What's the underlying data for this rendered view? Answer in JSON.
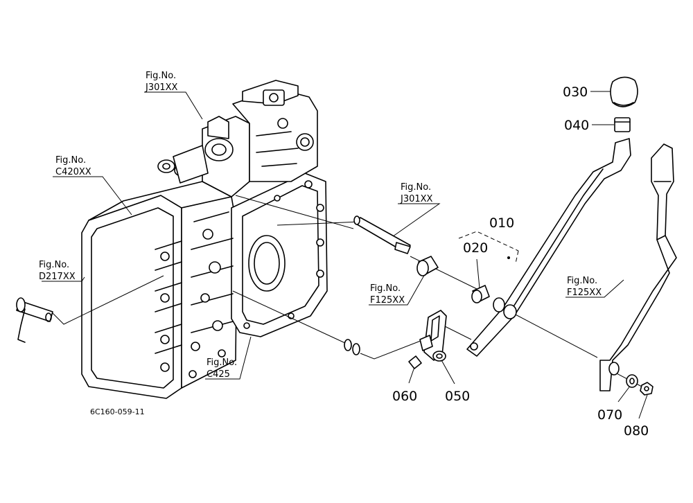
{
  "fig_refs": {
    "j301_top": {
      "line1": "Fig.No.",
      "line2": "J301XX"
    },
    "c420": {
      "line1": "Fig.No.",
      "line2": "C420XX"
    },
    "d217": {
      "line1": "Fig.No.",
      "line2": "D217XX"
    },
    "j301_shaft": {
      "line1": "Fig.No.",
      "line2": "J301XX"
    },
    "f125_bush": {
      "line1": "Fig.No.",
      "line2": "F125XX"
    },
    "c425": {
      "line1": "Fig.No.",
      "line2": "C425"
    },
    "f125_lever": {
      "line1": "Fig.No.",
      "line2": "F125XX"
    }
  },
  "parts": {
    "p010": "010",
    "p020": "020",
    "p030": "030",
    "p040": "040",
    "p050": "050",
    "p060": "060",
    "p070": "070",
    "p080": "080"
  },
  "drawing_code": "6C160-059-11"
}
